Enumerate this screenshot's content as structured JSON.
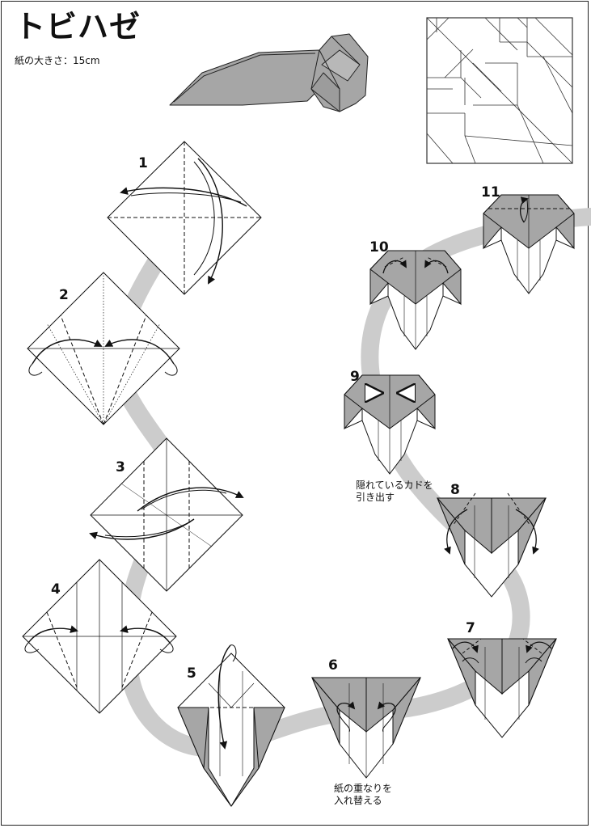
{
  "title": "トビハゼ",
  "paper_size": "紙の大きさ：15cm",
  "steps": [
    "1",
    "2",
    "3",
    "4",
    "5",
    "6",
    "7",
    "8",
    "9",
    "10",
    "11"
  ],
  "notes": {
    "step9_line1": "隠れているカドを",
    "step9_line2": "引き出す",
    "step6_line1": "紙の重なりを",
    "step6_line2": "入れ替える"
  },
  "colors": {
    "paper_back": "#a6a6a6",
    "paper_front": "#ffffff",
    "path": "#cccccc",
    "line": "#111111"
  }
}
